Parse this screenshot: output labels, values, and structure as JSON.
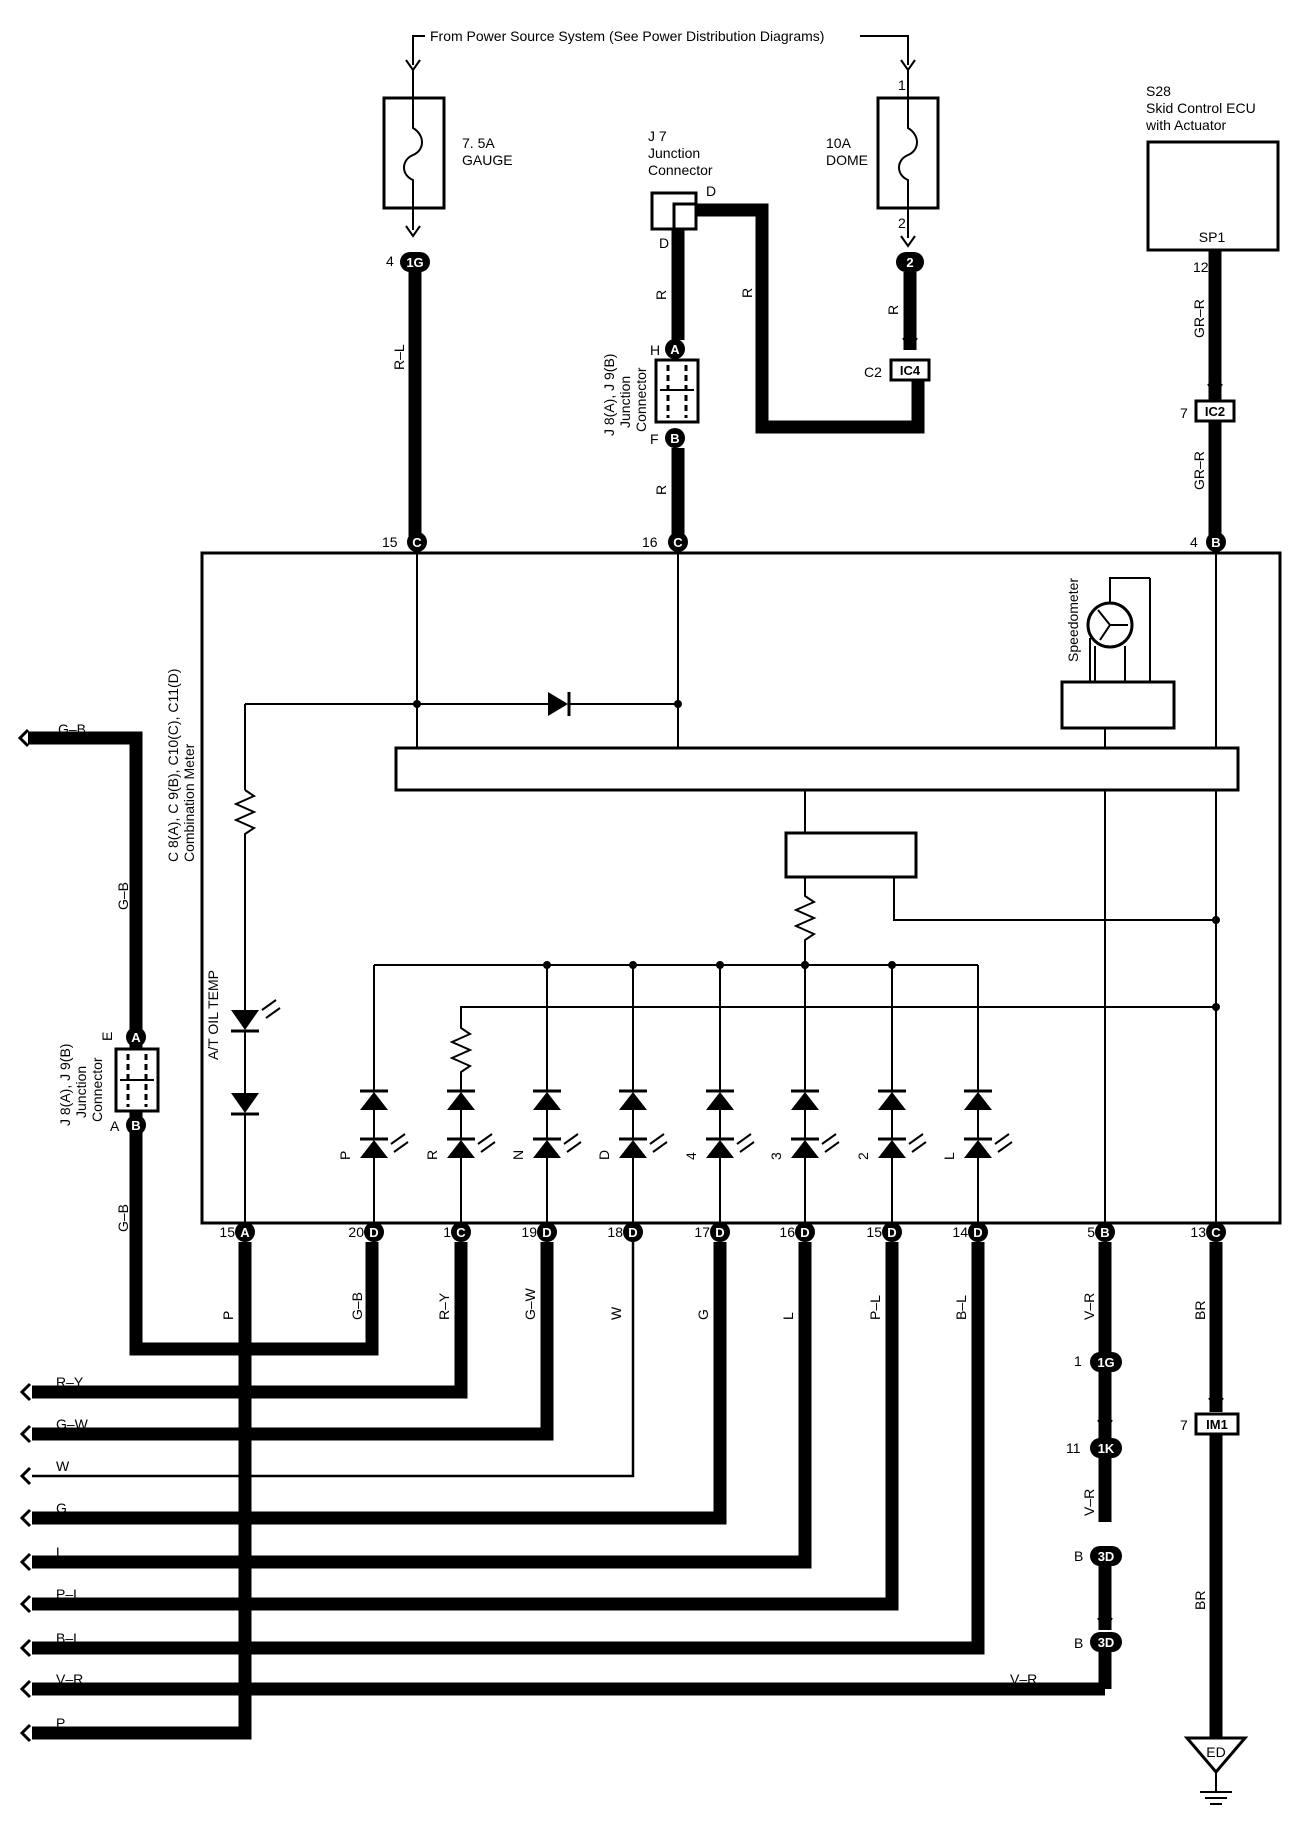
{
  "header": {
    "power_source": "From Power Source System (See Power Distribution Diagrams)"
  },
  "fuses": {
    "gauge": {
      "amp": "7. 5A",
      "name": "GAUGE",
      "pin_in": "",
      "pin_out": "4",
      "conn": "1G"
    },
    "dome": {
      "amp": "10A",
      "name": "DOME",
      "pin_in": "1",
      "pin_out": "2",
      "conn": "2"
    }
  },
  "components": {
    "j7": {
      "id": "J 7",
      "line1": "Junction",
      "line2": "Connector",
      "pin": "D"
    },
    "j8_top": {
      "line1": "J 8(A), J 9(B)",
      "line2": "Junction",
      "line3": "Connector",
      "pin_a": "H",
      "pin_b": "F",
      "conn_a": "A",
      "conn_b": "B"
    },
    "j8_left": {
      "line1": "J 8(A), J 9(B)",
      "line2": "Junction",
      "line3": "Connector",
      "pin_a": "E",
      "pin_b": "A",
      "conn_a": "A",
      "conn_b": "B"
    },
    "s28": {
      "id": "S28",
      "line1": "Skid Control ECU",
      "line2": "with Actuator",
      "pin": "SP1"
    },
    "meter": {
      "line1": "C 8(A), C 9(B), C10(C), C11(D)",
      "line2": "Combination Meter"
    },
    "speedometer": "Speedometer",
    "at_oil_temp": "A/T OIL TEMP",
    "ground": "ED"
  },
  "connectors": {
    "ic4": {
      "pin": "C2",
      "name": "IC4"
    },
    "ic2": {
      "pin": "7",
      "name": "IC2"
    },
    "im1": {
      "pin": "7",
      "name": "IM1"
    },
    "v1g": {
      "pin": "1",
      "name": "1G"
    },
    "v1k": {
      "pin": "11",
      "name": "1K"
    },
    "v3d_a": {
      "pin": "B",
      "name": "3D"
    },
    "v3d_b": {
      "pin": "B",
      "name": "3D"
    }
  },
  "top_pins": [
    {
      "num": "15",
      "conn": "C"
    },
    {
      "num": "16",
      "conn": "C"
    },
    {
      "num": "12",
      "conn": ""
    },
    {
      "num": "4",
      "conn": "B"
    }
  ],
  "bottom_pins": [
    {
      "num": "15",
      "conn": "A",
      "wire": "P"
    },
    {
      "num": "20",
      "conn": "D",
      "wire": "G–B"
    },
    {
      "num": "1",
      "conn": "C",
      "wire": "R–Y"
    },
    {
      "num": "19",
      "conn": "D",
      "wire": "G–W"
    },
    {
      "num": "18",
      "conn": "D",
      "wire": "W"
    },
    {
      "num": "17",
      "conn": "D",
      "wire": "G"
    },
    {
      "num": "16",
      "conn": "D",
      "wire": "L"
    },
    {
      "num": "15",
      "conn": "D",
      "wire": "P–L"
    },
    {
      "num": "14",
      "conn": "D",
      "wire": "B–L"
    },
    {
      "num": "5",
      "conn": "B",
      "wire": "V–R"
    },
    {
      "num": "13",
      "conn": "C",
      "wire": "BR"
    }
  ],
  "gear_leds": [
    "P",
    "R",
    "N",
    "D",
    "4",
    "3",
    "2",
    "L"
  ],
  "wire_colors": {
    "gauge": "R–L",
    "j7_down": "R",
    "j7_long": "R",
    "dome_down": "R",
    "j8_out": "R",
    "s28_a": "GR–R",
    "s28_b": "GR–R",
    "left_gb_top": "G–B",
    "left_gb_mid": "G–B",
    "left_gb_low": "G–B",
    "vr_mid": "V–R",
    "br_low": "BR",
    "vr_bottom": "V–R"
  },
  "left_bus": [
    "R–Y",
    "G–W",
    "W",
    "G",
    "L",
    "P–L",
    "B–L",
    "V–R",
    "P"
  ]
}
